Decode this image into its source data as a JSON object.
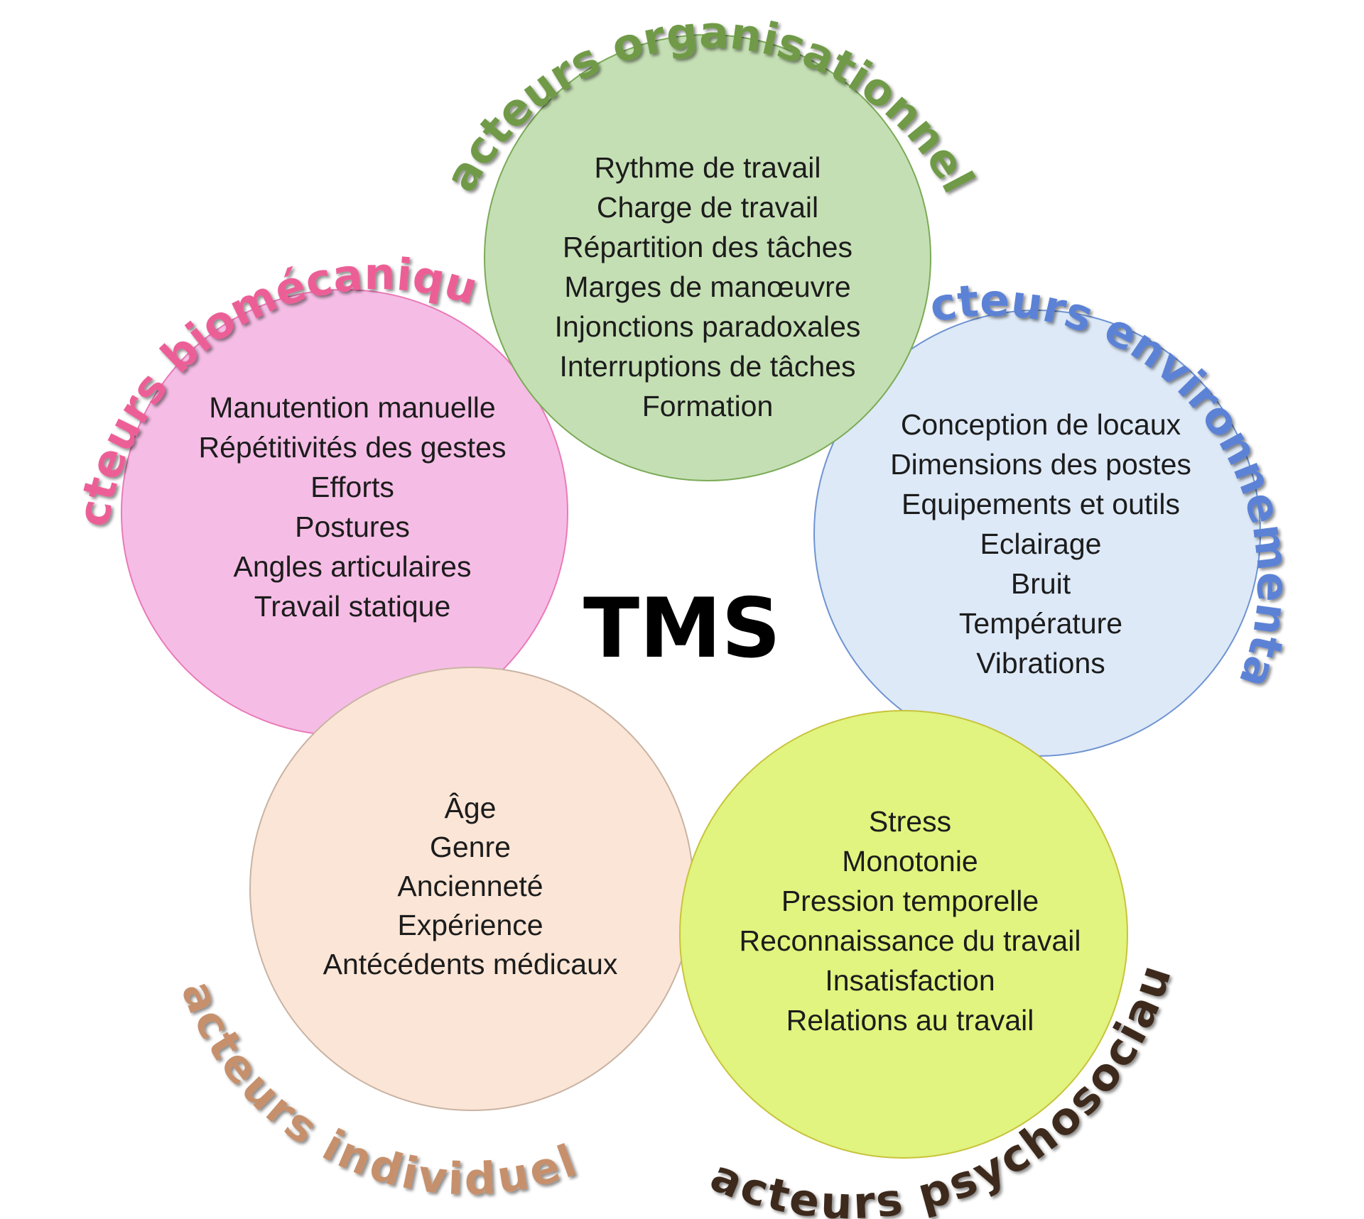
{
  "center_label": "TMS",
  "colors": {
    "organisationnels": {
      "fill": "#c5dfb4",
      "stroke": "#7aaa57",
      "title": "#6f9a46"
    },
    "biomecaniques": {
      "fill": "#f5bde5",
      "stroke": "#ea7ab8",
      "title": "#ec5f96"
    },
    "environnementaux": {
      "fill": "#dde9f7",
      "stroke": "#6f93d2",
      "title": "#5c82d6"
    },
    "individuels": {
      "fill": "#fbe5d6",
      "stroke": "#c9b3a3",
      "title": "#c6906c"
    },
    "psychosociaux": {
      "fill": "#e0f47f",
      "stroke": "#c8c33c",
      "title": "#3e2b1c"
    }
  },
  "factors": {
    "organisationnels": {
      "title": "Facteurs organisationnels",
      "items": [
        "Rythme de travail",
        "Charge de travail",
        "Répartition des tâches",
        "Marges de manœuvre",
        "Injonctions paradoxales",
        "Interruptions de tâches",
        "Formation"
      ]
    },
    "biomecaniques": {
      "title": "Facteurs biomécaniques",
      "items": [
        "Manutention manuelle",
        "Répétitivités des gestes",
        "Efforts",
        "Postures",
        "Angles articulaires",
        "Travail statique"
      ]
    },
    "environnementaux": {
      "title": "Facteurs environnementaux",
      "items": [
        "Conception de locaux",
        "Dimensions des postes",
        "Equipements et outils",
        "Eclairage",
        "Bruit",
        "Température",
        "Vibrations"
      ]
    },
    "individuels": {
      "title": "Facteurs individuels",
      "items": [
        "Âge",
        "Genre",
        "Ancienneté",
        "Expérience",
        "Antécédents médicaux"
      ]
    },
    "psychosociaux": {
      "title": "Facteurs psychosociaux",
      "items": [
        "Stress",
        "Monotonie",
        "Pression temporelle",
        "Reconnaissance du travail",
        "Insatisfaction",
        "Relations au travail"
      ]
    }
  }
}
